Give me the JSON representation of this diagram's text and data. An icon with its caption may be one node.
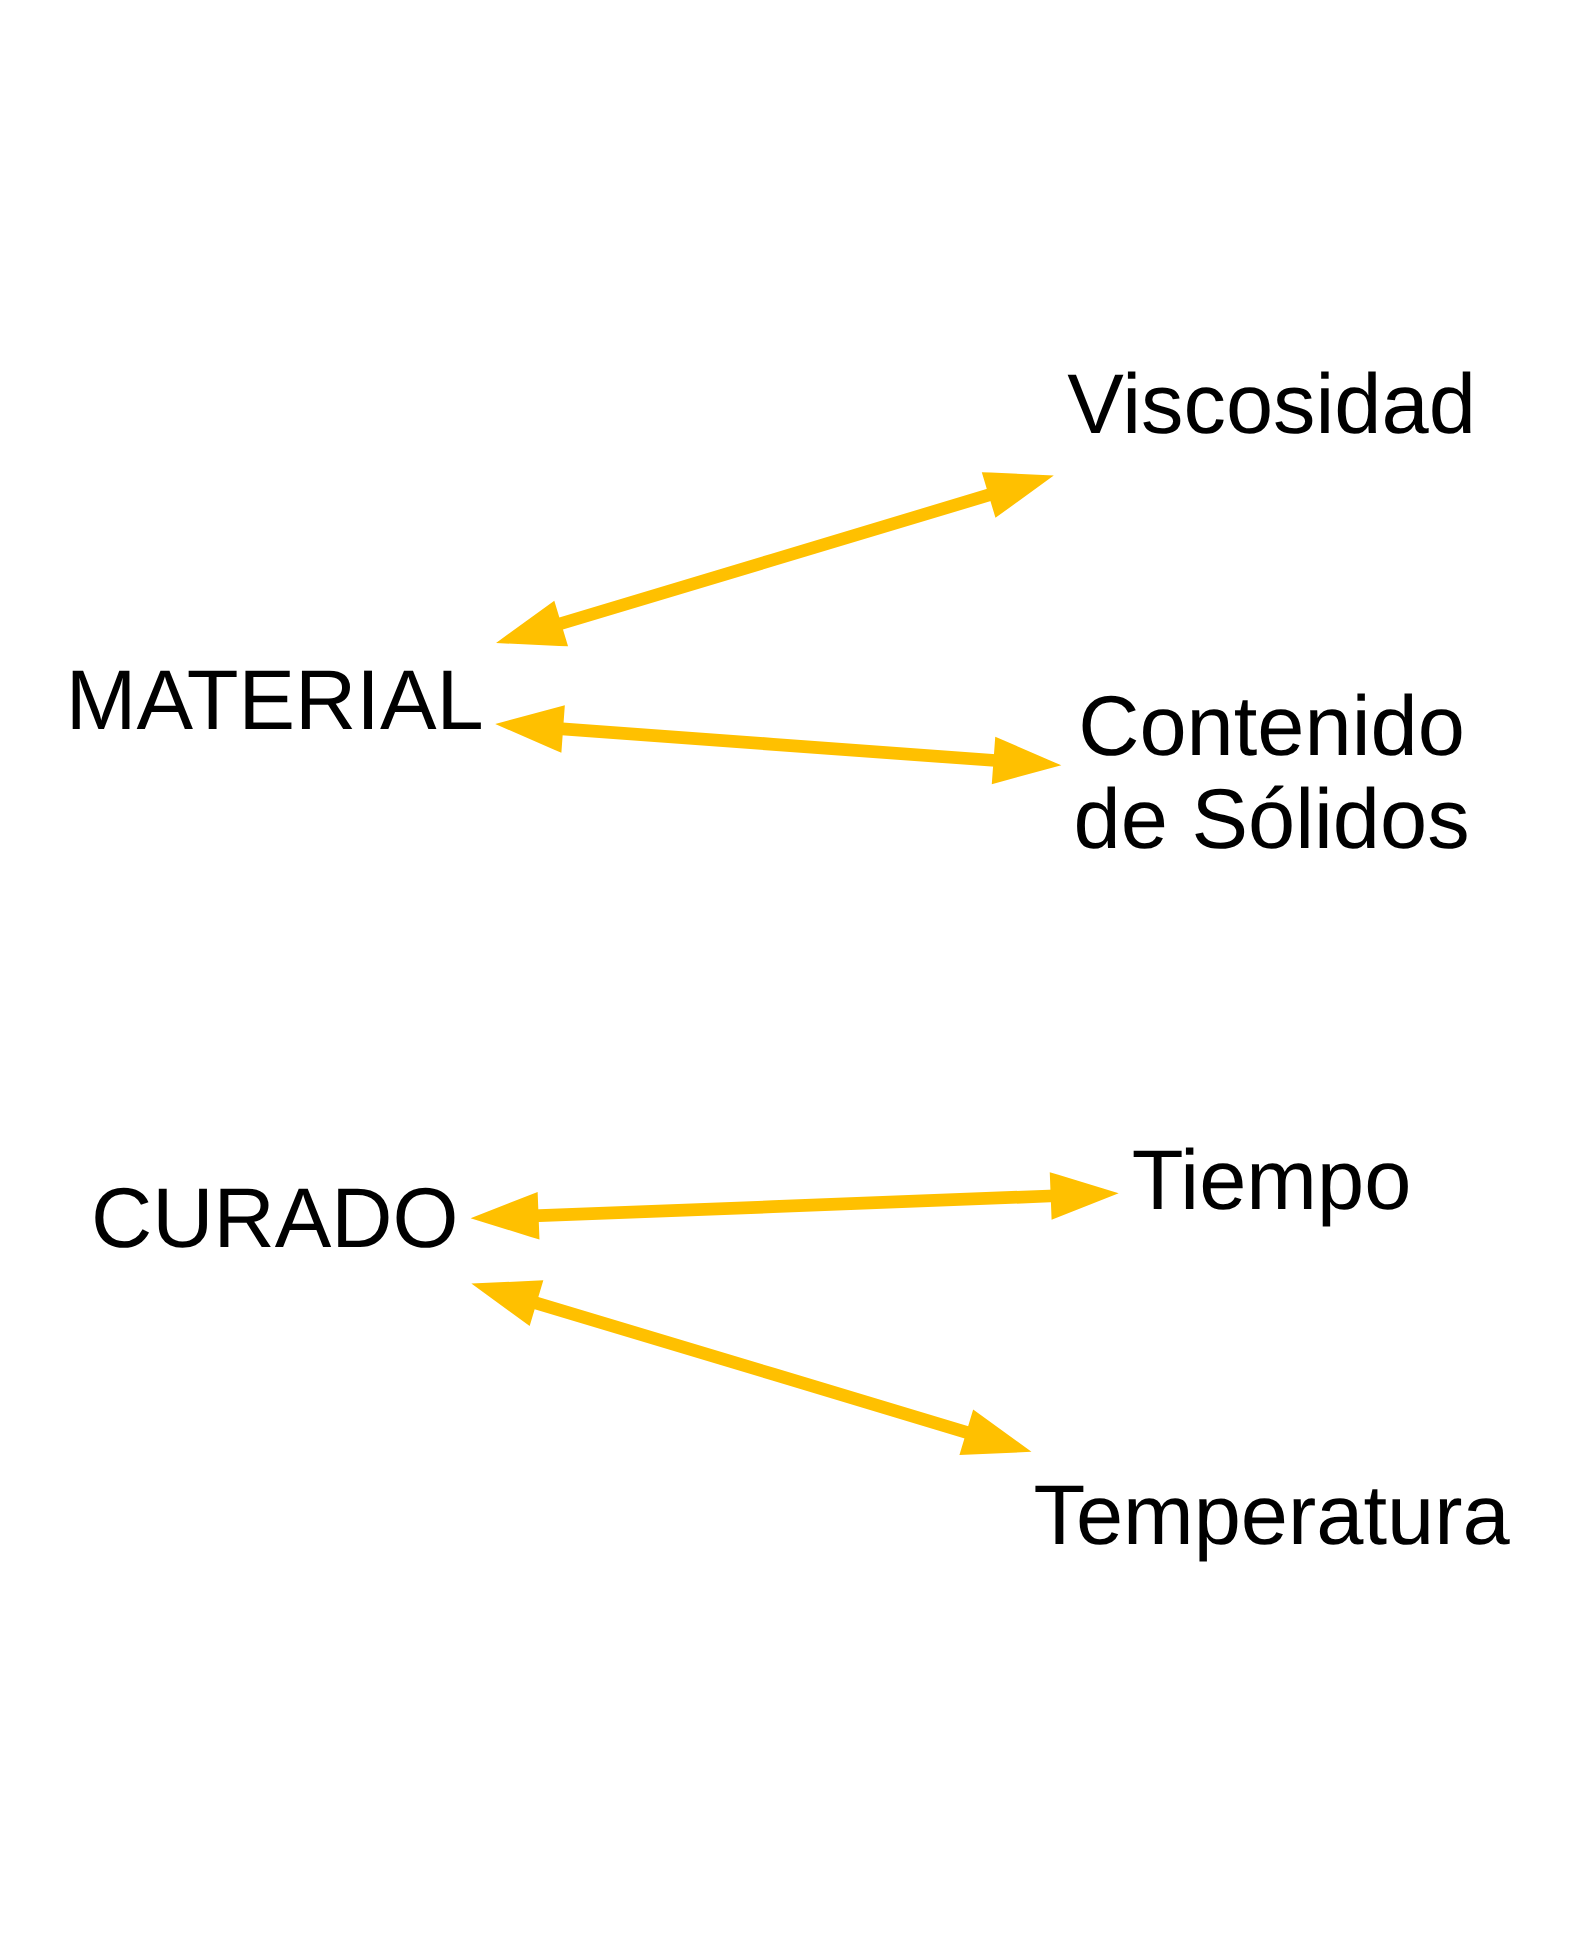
{
  "diagram": {
    "nodes": [
      {
        "text": [
          "MATERIAL"
        ]
      },
      {
        "text": [
          "Viscosidad"
        ]
      },
      {
        "text": [
          "Contenido de Sólidos"
        ]
      },
      {
        "text": [
          "CURADO"
        ]
      },
      {
        "text": [
          "Tiempo"
        ]
      },
      {
        "text": [
          "Temperatura"
        ]
      }
    ],
    "edges": [
      {
        "from": 0,
        "to": 1,
        "arrow": "both"
      },
      {
        "from": 0,
        "to": 2,
        "arrow": "both"
      },
      {
        "from": 3,
        "to": 4,
        "arrow": "both"
      },
      {
        "from": 3,
        "to": 5,
        "arrow": "both"
      }
    ]
  }
}
